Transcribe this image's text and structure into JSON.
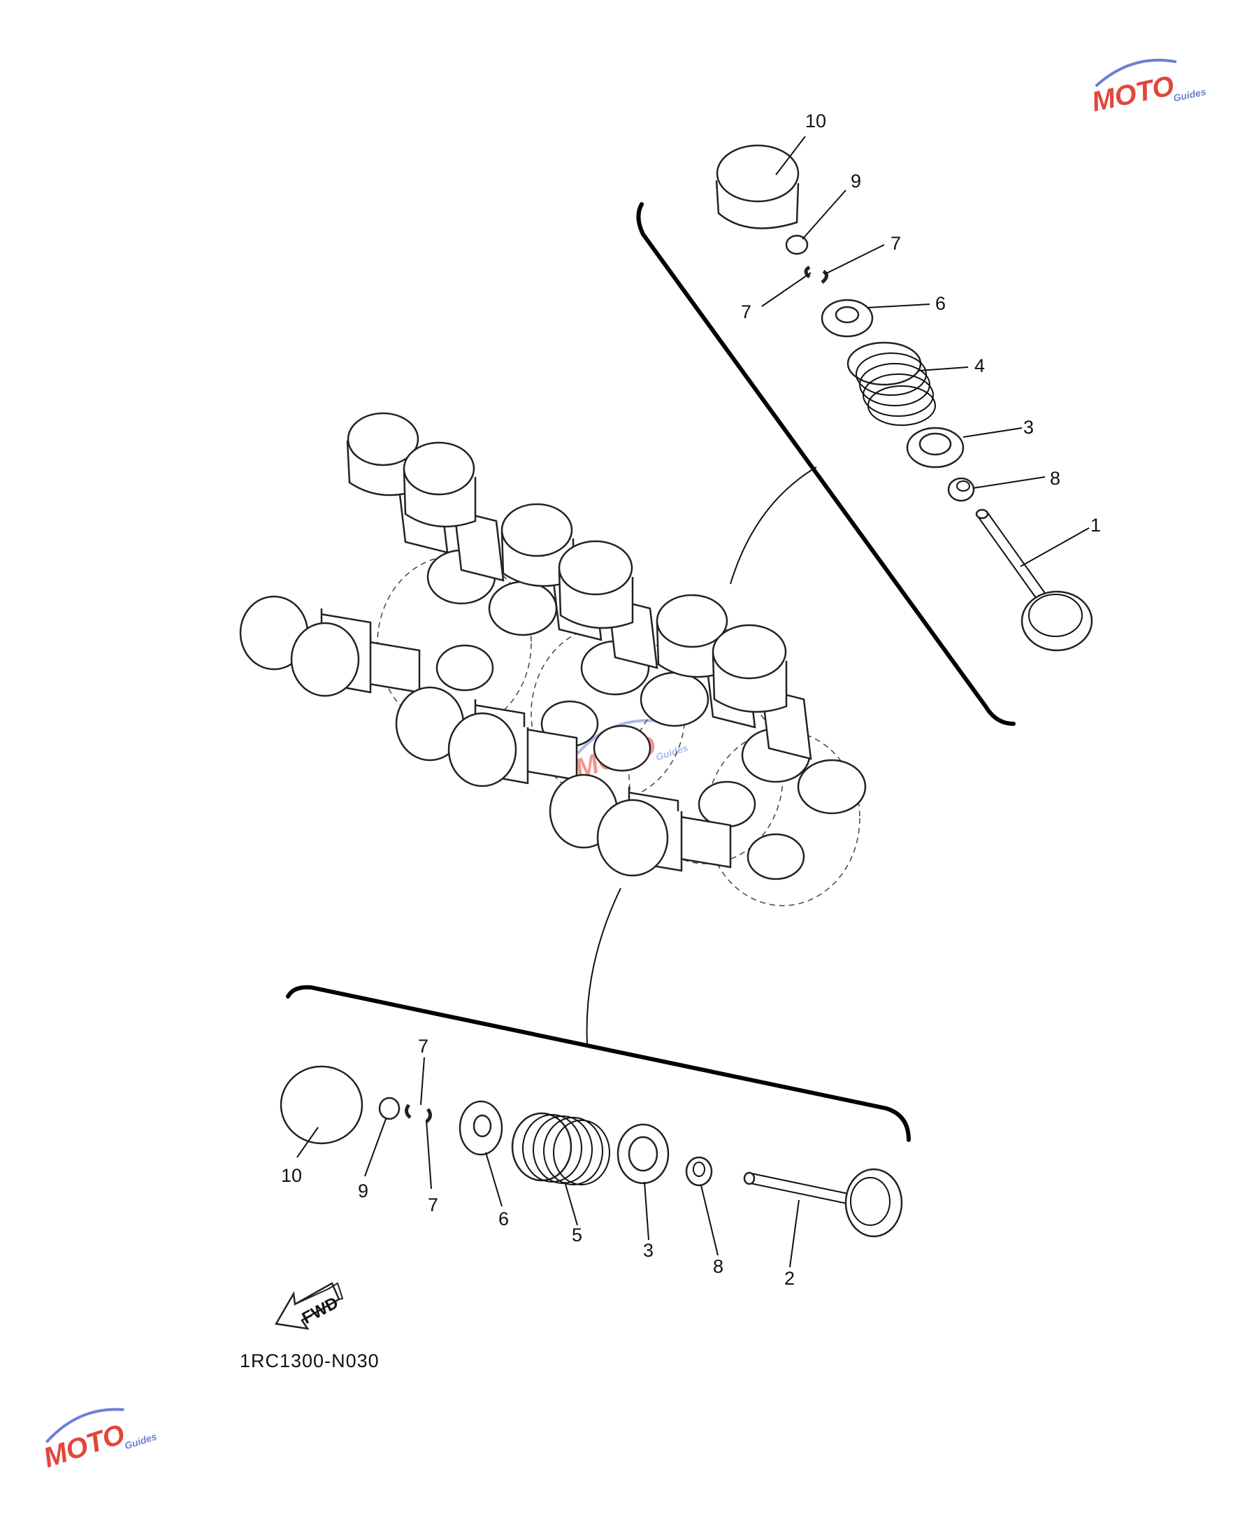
{
  "diagram": {
    "code": "1RC1300-N030",
    "fwd_label": "FWD"
  },
  "watermark": {
    "text": "MOTO",
    "subtext": "Guides",
    "colors": {
      "red": "#e2463a",
      "blue": "#6a7fd6"
    }
  },
  "intake_group": {
    "labels": [
      "10",
      "9",
      "7",
      "7",
      "6",
      "4",
      "3",
      "8",
      "1"
    ]
  },
  "exhaust_group": {
    "labels": [
      "7",
      "10",
      "9",
      "7",
      "6",
      "5",
      "3",
      "8",
      "2"
    ]
  }
}
